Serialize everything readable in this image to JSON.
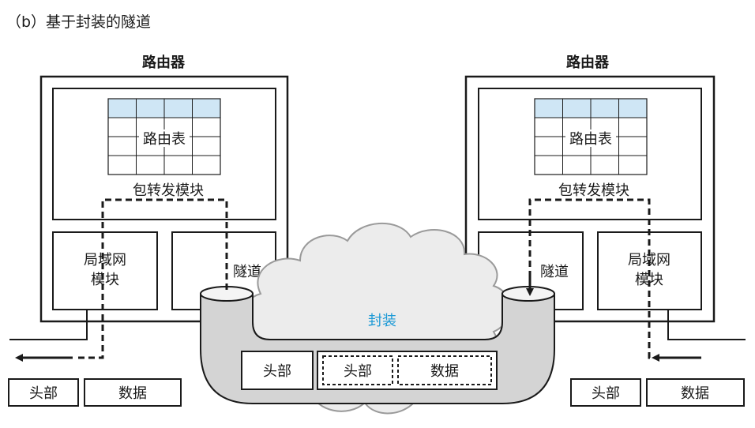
{
  "figure": {
    "caption": "（b）基于封装的隧道"
  },
  "left_router": {
    "title": "路由器",
    "routing_table_label": "路由表",
    "forwarding_module": "包转发模块",
    "lan_module_line1": "局域网",
    "lan_module_line2": "模块",
    "tunnel_label": "隧道"
  },
  "right_router": {
    "title": "路由器",
    "routing_table_label": "路由表",
    "forwarding_module": "包转发模块",
    "lan_module_line1": "局域网",
    "lan_module_line2": "模块",
    "tunnel_label": "隧道"
  },
  "cloud": {
    "label": "封装"
  },
  "encapsulated_packet": {
    "outer_header": "头部",
    "inner_header": "头部",
    "inner_data": "数据"
  },
  "left_packet": {
    "header": "头部",
    "data": "数据"
  },
  "right_packet": {
    "header": "头部",
    "data": "数据"
  },
  "colors": {
    "table_header_fill": "#cfe6f5",
    "tube_fill": "#d4d4d4",
    "cloud_fill": "#ececec",
    "cloud_label": "#1d9ad6"
  }
}
